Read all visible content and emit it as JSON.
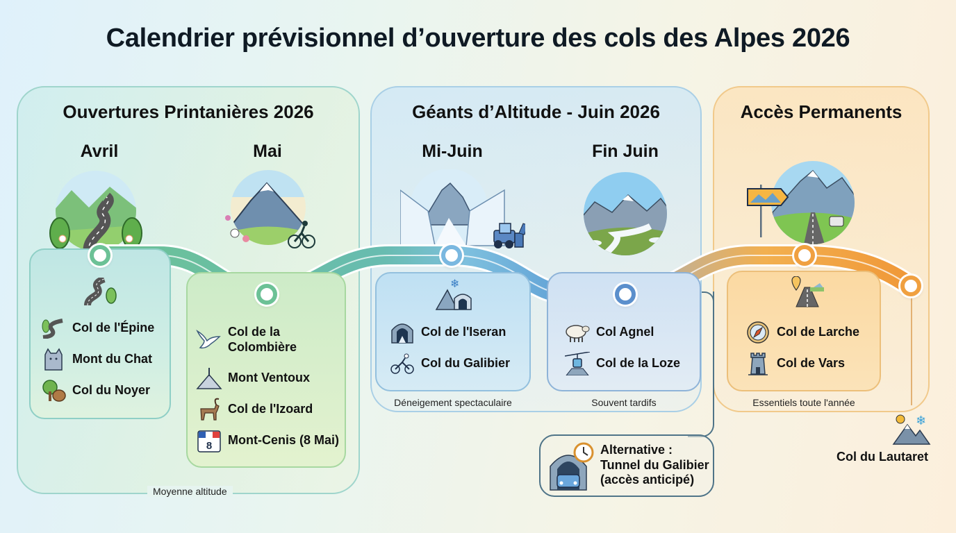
{
  "title": "Calendrier prévisionnel d’ouverture des cols des Alpes 2026",
  "sections": {
    "spring": {
      "title": "Ouvertures Printanières 2026",
      "footnote": "Moyenne altitude",
      "border_color": "#9fd5cc",
      "months": [
        {
          "label": "Avril",
          "illustration": "winding-road-spring-icon",
          "card_icon": "road-leaf-icon",
          "cols": [
            {
              "name": "Col de l'Épine",
              "icon": "road-leaf-icon"
            },
            {
              "name": "Mont du Chat",
              "icon": "cat-icon"
            },
            {
              "name": "Col du Noyer",
              "icon": "walnut-tree-icon"
            }
          ]
        },
        {
          "label": "Mai",
          "illustration": "mountain-cyclist-flowers-icon",
          "cols": [
            {
              "name": "Col de la Colombière",
              "line1": "Col de la",
              "line2": "Colombière",
              "icon": "dove-icon"
            },
            {
              "name": "Mont Ventoux",
              "icon": "ventoux-summit-icon"
            },
            {
              "name": "Col de l'Izoard",
              "icon": "ibex-icon"
            },
            {
              "name": "Mont-Cenis (8 Mai)",
              "icon": "calendar-8-icon",
              "calendar_day": "8"
            }
          ]
        }
      ]
    },
    "june": {
      "title": "Géants d’Altitude - Juin 2026",
      "border_color": "#a9cfe6",
      "months": [
        {
          "label": "Mi-Juin",
          "illustration": "snow-walls-snowplow-icon",
          "card_icon": "mountain-tunnel-snowflake-icon",
          "caption": "Déneigement spectaculaire",
          "cols": [
            {
              "name": "Col de l'Iseran",
              "icon": "tunnel-icon"
            },
            {
              "name": "Col du Galibier",
              "icon": "cyclist-icon"
            }
          ]
        },
        {
          "label": "Fin Juin",
          "illustration": "alpine-valley-road-icon",
          "caption": "Souvent tardifs",
          "cols": [
            {
              "name": "Col Agnel",
              "icon": "sheep-icon"
            },
            {
              "name": "Col de la Loze",
              "icon": "cable-car-icon"
            }
          ]
        }
      ],
      "alternative": {
        "line1": "Alternative :",
        "line2": "Tunnel du Galibier",
        "line3": "(accès anticipé)",
        "icon": "tunnel-car-clock-icon"
      }
    },
    "permanent": {
      "title": "Accès Permanents",
      "border_color": "#f1c98a",
      "illustration": "road-sign-mountain-car-icon",
      "card_icon": "map-pin-road-icon",
      "caption": "Essentiels toute l'année",
      "cols": [
        {
          "name": "Col de Larche",
          "icon": "compass-icon"
        },
        {
          "name": "Col de Vars",
          "icon": "tower-icon"
        }
      ],
      "extra": {
        "name": "Col du Lautaret",
        "icon": "mountain-sun-snow-icon"
      }
    }
  },
  "timeline": {
    "colors": {
      "spring": "#6cc196",
      "june": "#5b9bd5",
      "permanent": "#f0a040"
    },
    "nodes": [
      "Avril",
      "Mai",
      "Mi-Juin",
      "Fin Juin",
      "Accès Permanents",
      "Col du Lautaret"
    ]
  }
}
